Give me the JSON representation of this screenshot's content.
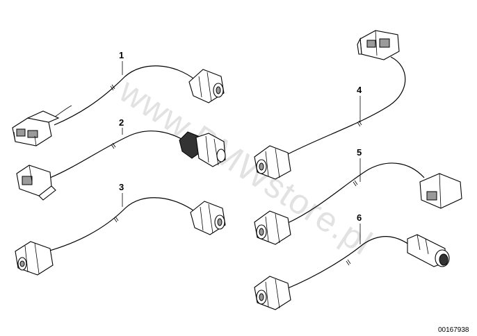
{
  "watermark": "www.BMWstore.pl",
  "catalog_number": "00167938",
  "callouts": [
    {
      "number": "1"
    },
    {
      "number": "2"
    },
    {
      "number": "3"
    },
    {
      "number": "4"
    },
    {
      "number": "5"
    },
    {
      "number": "6"
    }
  ]
}
